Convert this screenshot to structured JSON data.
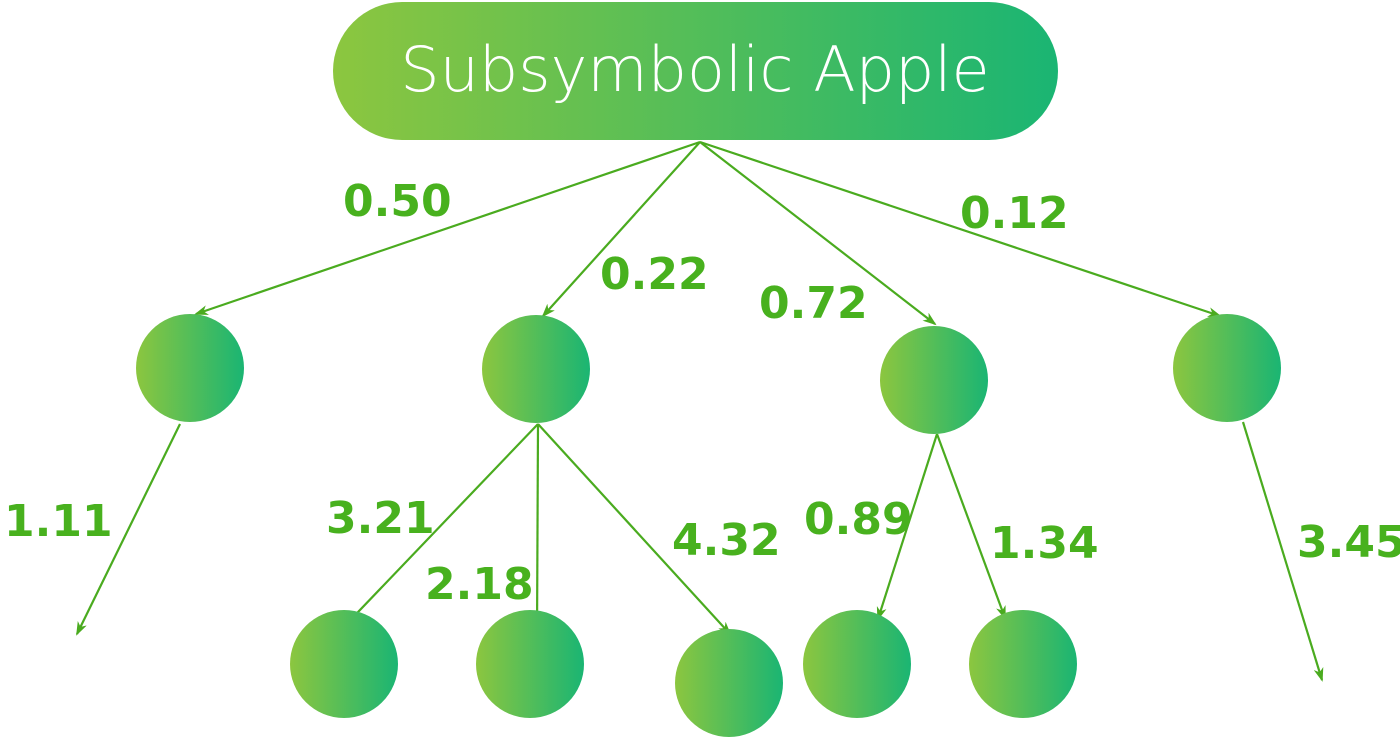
{
  "title": "Subsymbolic Apple",
  "colors": {
    "gradient_start": "#8cc63f",
    "gradient_end": "#1ab573",
    "edge": "#4aab1f",
    "label": "#48b11e"
  },
  "weights": {
    "root_to_n1": "0.50",
    "root_to_n2": "0.22",
    "root_to_n3": "0.72",
    "root_to_n4": "0.12",
    "n1_out": "1.11",
    "n2_to_c1": "3.21",
    "n2_to_c2": "2.18",
    "n2_to_c3": "4.32",
    "n3_to_c4": "0.89",
    "n3_to_c5": "1.34",
    "n4_out": "3.45"
  }
}
